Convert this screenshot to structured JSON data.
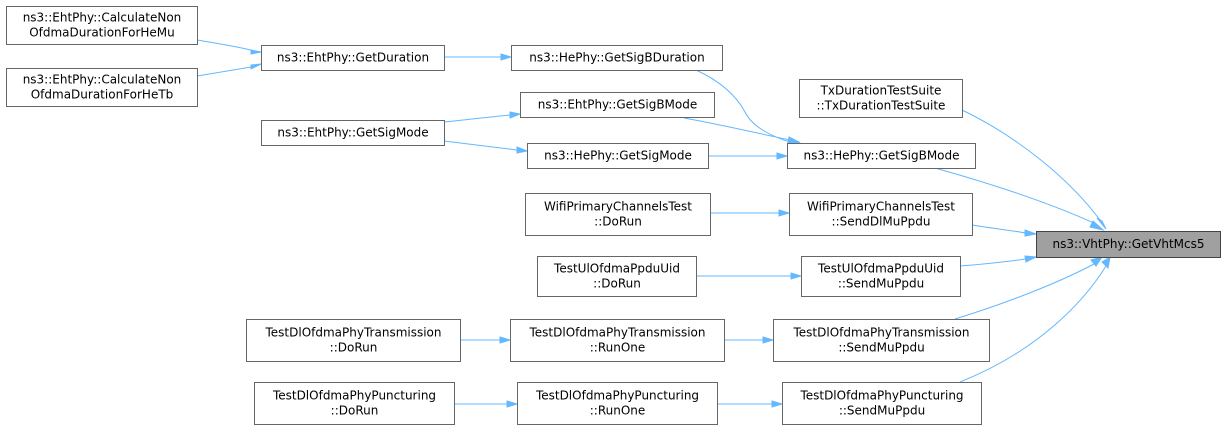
{
  "graph": {
    "nodes": [
      {
        "id": "calc_mu",
        "lines": [
          "ns3::EhtPhy::CalculateNon",
          "OfdmaDurationForHeMu"
        ]
      },
      {
        "id": "calc_tb",
        "lines": [
          "ns3::EhtPhy::CalculateNon",
          "OfdmaDurationForHeTb"
        ]
      },
      {
        "id": "eht_dur",
        "lines": [
          "ns3::EhtPhy::GetDuration"
        ]
      },
      {
        "id": "he_sigbdur",
        "lines": [
          "ns3::HePhy::GetSigBDuration"
        ]
      },
      {
        "id": "eht_sigmode",
        "lines": [
          "ns3::EhtPhy::GetSigMode"
        ]
      },
      {
        "id": "eht_sigb",
        "lines": [
          "ns3::EhtPhy::GetSigBMode"
        ]
      },
      {
        "id": "he_sigmode",
        "lines": [
          "ns3::HePhy::GetSigMode"
        ]
      },
      {
        "id": "he_sigb",
        "lines": [
          "ns3::HePhy::GetSigBMode"
        ]
      },
      {
        "id": "txdur",
        "lines": [
          "TxDurationTestSuite",
          "::TxDurationTestSuite"
        ]
      },
      {
        "id": "wpc_run",
        "lines": [
          "WifiPrimaryChannelsTest",
          "::DoRun"
        ]
      },
      {
        "id": "wpc_send",
        "lines": [
          "WifiPrimaryChannelsTest",
          "::SendDlMuPpdu"
        ]
      },
      {
        "id": "ul_run",
        "lines": [
          "TestUlOfdmaPpduUid",
          "::DoRun"
        ]
      },
      {
        "id": "ul_send",
        "lines": [
          "TestUlOfdmaPpduUid",
          "::SendMuPpdu"
        ]
      },
      {
        "id": "dltx_run",
        "lines": [
          "TestDlOfdmaPhyTransmission",
          "::DoRun"
        ]
      },
      {
        "id": "dltx_one",
        "lines": [
          "TestDlOfdmaPhyTransmission",
          "::RunOne"
        ]
      },
      {
        "id": "dltx_send",
        "lines": [
          "TestDlOfdmaPhyTransmission",
          "::SendMuPpdu"
        ]
      },
      {
        "id": "dlp_run",
        "lines": [
          "TestDlOfdmaPhyPuncturing",
          "::DoRun"
        ]
      },
      {
        "id": "dlp_one",
        "lines": [
          "TestDlOfdmaPhyPuncturing",
          "::RunOne"
        ]
      },
      {
        "id": "dlp_send",
        "lines": [
          "TestDlOfdmaPhyPuncturing",
          "::SendMuPpdu"
        ]
      },
      {
        "id": "target",
        "lines": [
          "ns3::VhtPhy::GetVhtMcs5"
        ],
        "focus": true
      }
    ],
    "edges": [
      {
        "from": "calc_mu",
        "to": "eht_dur"
      },
      {
        "from": "calc_tb",
        "to": "eht_dur"
      },
      {
        "from": "eht_dur",
        "to": "he_sigbdur"
      },
      {
        "from": "he_sigbdur",
        "to": "he_sigb"
      },
      {
        "from": "eht_sigmode",
        "to": "eht_sigb"
      },
      {
        "from": "eht_sigmode",
        "to": "he_sigmode"
      },
      {
        "from": "eht_sigb",
        "to": "he_sigb"
      },
      {
        "from": "he_sigmode",
        "to": "he_sigb"
      },
      {
        "from": "he_sigb",
        "to": "target"
      },
      {
        "from": "txdur",
        "to": "target"
      },
      {
        "from": "wpc_run",
        "to": "wpc_send"
      },
      {
        "from": "wpc_send",
        "to": "target"
      },
      {
        "from": "ul_run",
        "to": "ul_send"
      },
      {
        "from": "ul_send",
        "to": "target"
      },
      {
        "from": "dltx_run",
        "to": "dltx_one"
      },
      {
        "from": "dltx_one",
        "to": "dltx_send"
      },
      {
        "from": "dltx_send",
        "to": "target"
      },
      {
        "from": "dlp_run",
        "to": "dlp_one"
      },
      {
        "from": "dlp_one",
        "to": "dlp_send"
      },
      {
        "from": "dlp_send",
        "to": "target"
      }
    ]
  }
}
